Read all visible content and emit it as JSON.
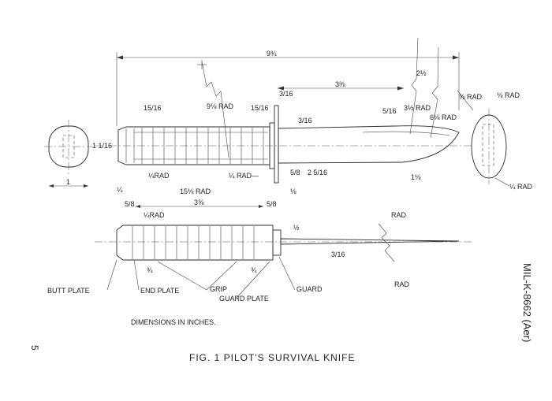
{
  "dimensions": {
    "overall": "9¾",
    "blade_len": "3⅜",
    "tip_r1": "2½",
    "tip_r2": "3½ RAD",
    "tip_r3": "6⅛ RAD",
    "tip_r4": "⅝ RAD",
    "tip_r5": "⅛ RAD",
    "grip_rad": "9⅛ RAD",
    "d_15_16a": "15/16",
    "d_15_16b": "15/16",
    "d_5_8": "5/8",
    "d_3_16a": "3/16",
    "d_3_16b": "3/16",
    "d_5_16": "5/16",
    "d_2_5_16": "2 5/16",
    "d_1_1_8": "1⅛",
    "d_1_1_16": "1 1/16",
    "d_1_8": "⅛",
    "d_1": "1",
    "d_1_4a": "¼",
    "d_1_4rad": "¼RAD",
    "d_1_4rad_b": "¼ RAD—",
    "d_1_4rad_c": "¼ RAD",
    "grip_rad2": "15⅛ RAD",
    "d_3_5_8": "3⅝",
    "d_5_8b": "5/8",
    "d_5_8c": "5/8",
    "d_1_4rad_d": "¼RAD",
    "d_1_2": "½",
    "d_3_16c": "3/16",
    "d_3_4a": "¾",
    "d_3_4b": "¾",
    "rad1": "RAD",
    "rad2": "RAD"
  },
  "parts": {
    "butt_plate": "BUTT PLATE",
    "end_plate": "END PLATE",
    "grip": "GRIP",
    "guard_plate": "GUARD PLATE",
    "guard": "GUARD"
  },
  "notes": {
    "units": "DIMENSIONS IN INCHES.",
    "caption": "FIG. 1   PILOT'S SURVIVAL KNIFE",
    "spec": "MIL-K-8662 (Aer)",
    "page_number": "5"
  }
}
